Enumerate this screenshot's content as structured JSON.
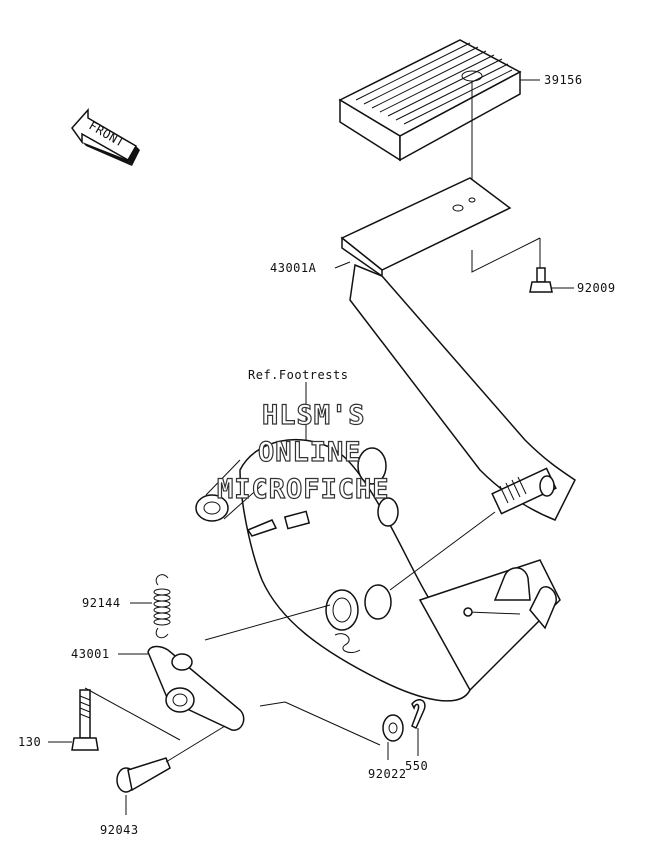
{
  "labels": {
    "p39156": "39156",
    "p43001a": "43001A",
    "p92009": "92009",
    "ref_footrests": "Ref.Footrests",
    "p92144": "92144",
    "p43001": "43001",
    "p130": "130",
    "p92022": "92022",
    "p550": "550",
    "p92043": "92043"
  },
  "front_arrow": {
    "text": "FRONT"
  },
  "watermark": {
    "line1": "HLSM'S",
    "line2": "ONLINE",
    "line3": "MICROFICHE"
  }
}
